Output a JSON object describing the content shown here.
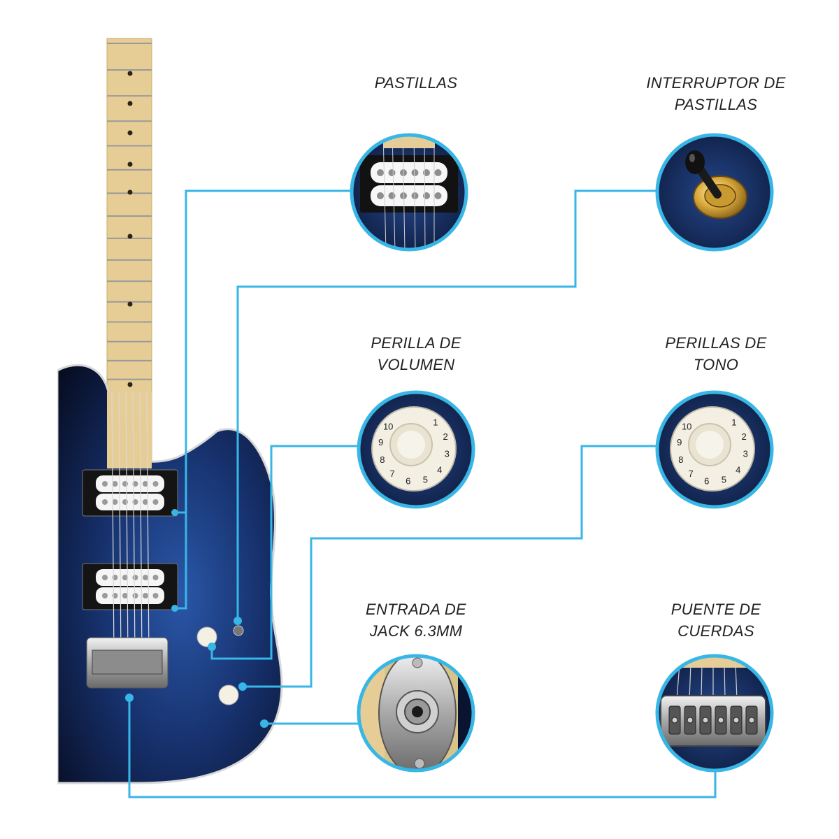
{
  "colors": {
    "accent": "#38b6e6",
    "body_dark": "#0a1430",
    "body_blue": "#1c3f86",
    "maple": "#e6cd95",
    "label_text": "#222222"
  },
  "callouts": [
    {
      "id": "pickups",
      "lines": [
        "PASTILLAS"
      ],
      "icon": "humbucker-pickup-icon"
    },
    {
      "id": "switch",
      "lines": [
        "INTERRUPTOR DE",
        "PASTILLAS"
      ],
      "icon": "toggle-switch-icon"
    },
    {
      "id": "volume",
      "lines": [
        "PERILLA DE",
        "VOLUMEN"
      ],
      "icon": "volume-knob-icon"
    },
    {
      "id": "tone",
      "lines": [
        "PERILLAS DE",
        "TONO"
      ],
      "icon": "tone-knob-icon"
    },
    {
      "id": "jack",
      "lines": [
        "ENTRADA DE",
        "JACK 6.3MM"
      ],
      "icon": "jack-input-icon"
    },
    {
      "id": "bridge",
      "lines": [
        "PUENTE DE",
        "CUERDAS"
      ],
      "icon": "bridge-icon"
    }
  ],
  "knob_numbers": [
    "1",
    "2",
    "3",
    "4",
    "5",
    "6",
    "7",
    "8",
    "9",
    "10"
  ]
}
